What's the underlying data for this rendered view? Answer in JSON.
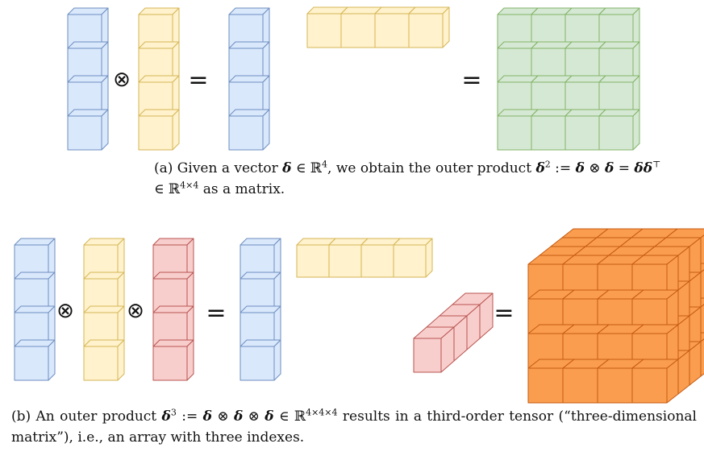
{
  "figure": {
    "operators": {
      "tensor": "⊗",
      "equals": "="
    },
    "colors": {
      "blue_fill": "#dae8fc",
      "blue_stroke": "#6c8ebf",
      "yellow_fill": "#fff2cc",
      "yellow_stroke": "#d6b656",
      "green_fill": "#d5e8d4",
      "green_stroke": "#82b366",
      "red_fill": "#f8cecc",
      "red_stroke": "#b85450",
      "orange_fill": "#fa9d4e",
      "orange_stroke": "#c55a11"
    },
    "grid_size": 4
  },
  "captions": {
    "a": {
      "p1": "(a) Given a vector ",
      "delta": "δ",
      "p2": " ∈ ℝ",
      "sup1": "4",
      "p3": ", we obtain the outer product ",
      "delta2": "δ",
      "sup2": "2",
      "p4": " := ",
      "d3": "δ",
      "p5": " ⊗ ",
      "d4": "δ",
      "p6": " = ",
      "d5": "δδ",
      "sup3": "⊤",
      "p7": " ∈ ℝ",
      "sup4": "4×4",
      "p8": " as a matrix."
    },
    "b": {
      "p1": "(b) An outer product ",
      "d1": "δ",
      "sup1": "3",
      "p2": " := ",
      "d2": "δ",
      "p3": " ⊗ ",
      "d3": "δ",
      "p4": " ⊗ ",
      "d4": "δ",
      "p5": " ∈ ℝ",
      "sup2": "4×4×4",
      "p6": " results in a third-order tensor (“three-dimensional matrix”), i.e., an array with three indexes."
    }
  }
}
